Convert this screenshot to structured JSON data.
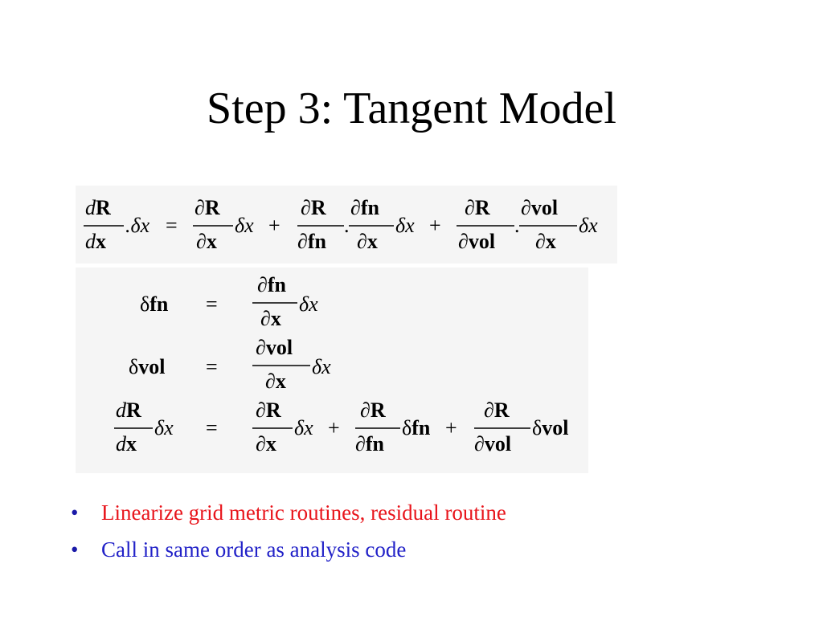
{
  "slide": {
    "title": "Step 3: Tangent Model",
    "equation_1": "dR/dx.δx = ∂R/∂x δx + ∂R/∂fn.∂fn/∂x δx + ∂R/∂vol.∂vol/∂x δx",
    "equations_2": [
      "δfn = ∂fn/∂x δx",
      "δvol = ∂vol/∂x δx",
      "dR/dx δx = ∂R/∂x δx + ∂R/∂fn δfn + ∂R/∂vol δvol"
    ],
    "bullets": [
      {
        "text": "Linearize grid metric routines, residual routine",
        "color": "#e8141b"
      },
      {
        "text": "Call in same order as analysis code",
        "color": "#2222c8"
      }
    ],
    "bullet_symbol": "•",
    "bullet_symbol_color": "#1a1aa8"
  }
}
